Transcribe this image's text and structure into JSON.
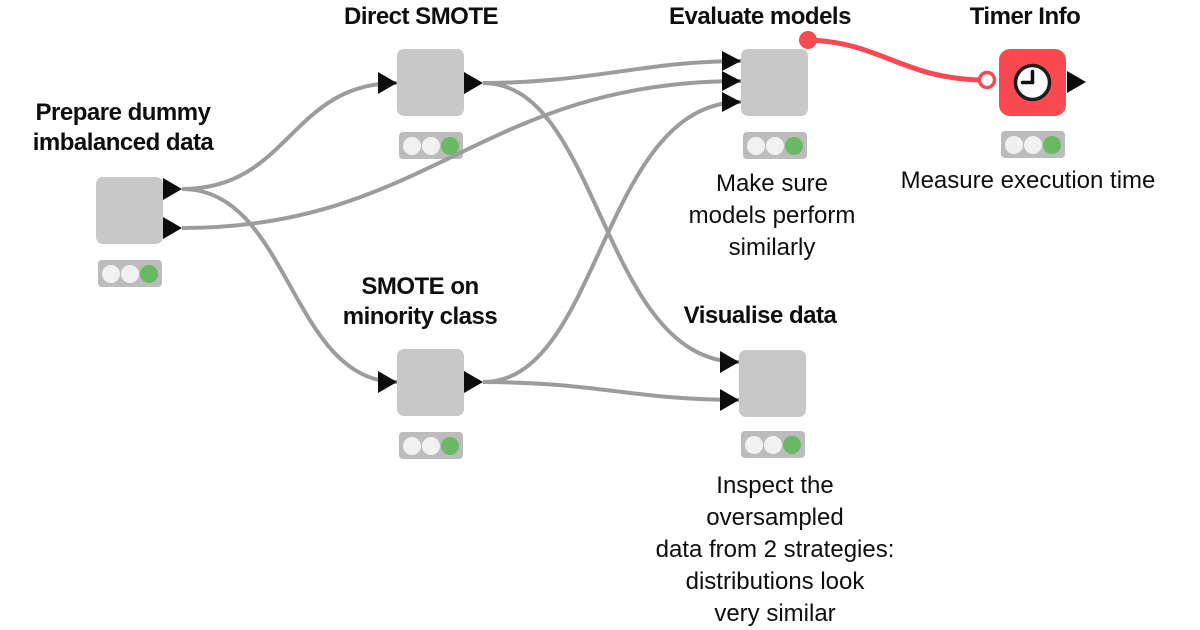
{
  "colors": {
    "background": "#ffffff",
    "node_fill": "#c8c8c8",
    "timer_node_fill": "#f84a50",
    "connector": "#9c9c9c",
    "flow_connector": "#f84a50",
    "port": "#0c0c0c",
    "status_bar": "#bcbcbc",
    "status_off": "#f1f1f1",
    "status_on": "#68b964",
    "text": "#0e0e0e"
  },
  "nodes": {
    "prepare": {
      "title_lines": [
        "Prepare dummy",
        "imbalanced data"
      ],
      "status_lights": [
        "off",
        "off",
        "on"
      ],
      "output_ports": 2
    },
    "direct_smote": {
      "title_lines": [
        "Direct SMOTE"
      ],
      "status_lights": [
        "off",
        "off",
        "on"
      ],
      "input_ports": 1,
      "output_ports": 1
    },
    "smote_minority": {
      "title_lines": [
        "SMOTE on",
        "minority class"
      ],
      "status_lights": [
        "off",
        "off",
        "on"
      ],
      "input_ports": 1,
      "output_ports": 1
    },
    "evaluate": {
      "title_lines": [
        "Evaluate models"
      ],
      "caption_lines": [
        "Make sure",
        "models perform",
        "similarly"
      ],
      "status_lights": [
        "off",
        "off",
        "on"
      ],
      "input_ports": 3,
      "flow_variable_output": true
    },
    "visualise": {
      "title_lines": [
        "Visualise data"
      ],
      "caption_lines": [
        "Inspect the",
        "oversampled",
        "data from 2 strategies:",
        "distributions look",
        "very similar"
      ],
      "status_lights": [
        "off",
        "off",
        "on"
      ],
      "input_ports": 2
    },
    "timer": {
      "title_lines": [
        "Timer Info"
      ],
      "caption_lines": [
        "Measure execution time"
      ],
      "status_lights": [
        "off",
        "off",
        "on"
      ],
      "icon": "clock-icon",
      "flow_variable_input": true,
      "output_ports": 1
    }
  },
  "connections": [
    {
      "from": "prepare",
      "to": "direct_smote",
      "type": "data"
    },
    {
      "from": "prepare",
      "to": "smote_minority",
      "type": "data"
    },
    {
      "from": "prepare",
      "to": "evaluate",
      "type": "data"
    },
    {
      "from": "direct_smote",
      "to": "evaluate",
      "type": "data"
    },
    {
      "from": "direct_smote",
      "to": "visualise",
      "type": "data"
    },
    {
      "from": "smote_minority",
      "to": "evaluate",
      "type": "data"
    },
    {
      "from": "smote_minority",
      "to": "visualise",
      "type": "data"
    },
    {
      "from": "evaluate",
      "to": "timer",
      "type": "flow-variable"
    }
  ]
}
